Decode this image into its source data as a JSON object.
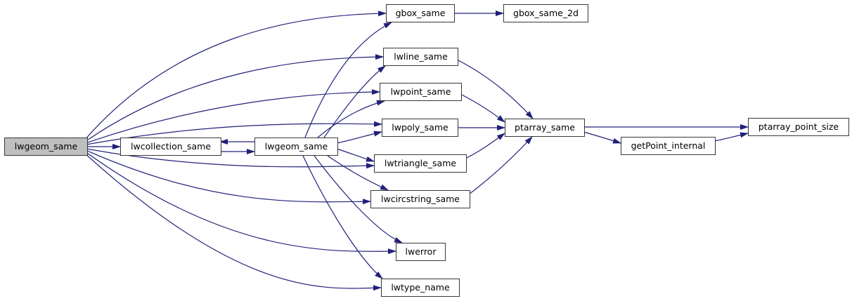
{
  "diagram": {
    "type": "call-graph",
    "colors": {
      "edge": "#21217a",
      "node_border": "#383838",
      "node_fill": "#ffffff",
      "highlight_fill": "#bfbfbf",
      "text": "#000000"
    },
    "nodes": {
      "lwgeom_same_root": {
        "label": "lwgeom_same",
        "highlighted": true
      },
      "lwcollection_same": {
        "label": "lwcollection_same",
        "highlighted": false
      },
      "lwgeom_same": {
        "label": "lwgeom_same",
        "highlighted": false
      },
      "gbox_same": {
        "label": "gbox_same",
        "highlighted": false
      },
      "gbox_same_2d": {
        "label": "gbox_same_2d",
        "highlighted": false
      },
      "lwline_same": {
        "label": "lwline_same",
        "highlighted": false
      },
      "lwpoint_same": {
        "label": "lwpoint_same",
        "highlighted": false
      },
      "lwpoly_same": {
        "label": "lwpoly_same",
        "highlighted": false
      },
      "lwtriangle_same": {
        "label": "lwtriangle_same",
        "highlighted": false
      },
      "lwcircstring_same": {
        "label": "lwcircstring_same",
        "highlighted": false
      },
      "lwerror": {
        "label": "lwerror",
        "highlighted": false
      },
      "lwtype_name": {
        "label": "lwtype_name",
        "highlighted": false
      },
      "ptarray_same": {
        "label": "ptarray_same",
        "highlighted": false
      },
      "getPoint_internal": {
        "label": "getPoint_internal",
        "highlighted": false
      },
      "ptarray_point_size": {
        "label": "ptarray_point_size",
        "highlighted": false
      }
    },
    "edges": [
      {
        "from": "lwgeom_same_root",
        "to": "lwcollection_same"
      },
      {
        "from": "lwgeom_same_root",
        "to": "gbox_same"
      },
      {
        "from": "lwgeom_same_root",
        "to": "lwline_same"
      },
      {
        "from": "lwgeom_same_root",
        "to": "lwpoint_same"
      },
      {
        "from": "lwgeom_same_root",
        "to": "lwpoly_same"
      },
      {
        "from": "lwgeom_same_root",
        "to": "lwtriangle_same"
      },
      {
        "from": "lwgeom_same_root",
        "to": "lwcircstring_same"
      },
      {
        "from": "lwgeom_same_root",
        "to": "lwerror"
      },
      {
        "from": "lwgeom_same_root",
        "to": "lwtype_name"
      },
      {
        "from": "lwgeom_same",
        "to": "lwcollection_same"
      },
      {
        "from": "lwcollection_same",
        "to": "lwgeom_same"
      },
      {
        "from": "lwgeom_same",
        "to": "gbox_same"
      },
      {
        "from": "lwgeom_same",
        "to": "lwline_same"
      },
      {
        "from": "lwgeom_same",
        "to": "lwpoint_same"
      },
      {
        "from": "lwgeom_same",
        "to": "lwpoly_same"
      },
      {
        "from": "lwgeom_same",
        "to": "lwtriangle_same"
      },
      {
        "from": "lwgeom_same",
        "to": "lwcircstring_same"
      },
      {
        "from": "lwgeom_same",
        "to": "lwerror"
      },
      {
        "from": "lwgeom_same",
        "to": "lwtype_name"
      },
      {
        "from": "gbox_same",
        "to": "gbox_same_2d"
      },
      {
        "from": "lwline_same",
        "to": "ptarray_same"
      },
      {
        "from": "lwpoint_same",
        "to": "ptarray_same"
      },
      {
        "from": "lwpoly_same",
        "to": "ptarray_same"
      },
      {
        "from": "lwtriangle_same",
        "to": "ptarray_same"
      },
      {
        "from": "lwcircstring_same",
        "to": "ptarray_same"
      },
      {
        "from": "ptarray_same",
        "to": "ptarray_point_size"
      },
      {
        "from": "ptarray_same",
        "to": "getPoint_internal"
      },
      {
        "from": "getPoint_internal",
        "to": "ptarray_point_size"
      }
    ]
  }
}
